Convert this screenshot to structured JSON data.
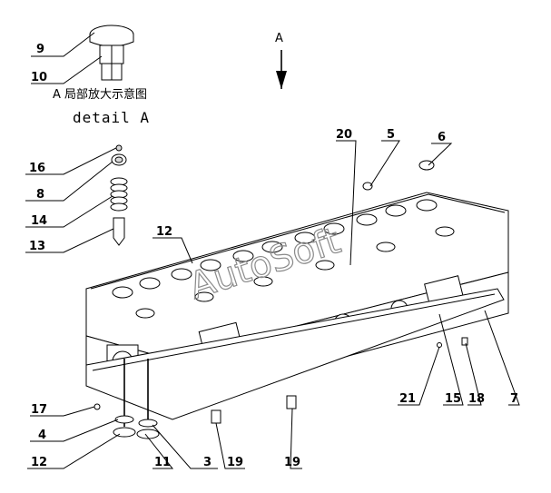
{
  "detail_view": {
    "view_marker": "A",
    "caption_cn": "A 局部放大示意图",
    "caption_en": "detail  A"
  },
  "watermark": "AutoSoft",
  "callouts": [
    "9",
    "10",
    "16",
    "8",
    "14",
    "13",
    "12",
    "20",
    "5",
    "6",
    "17",
    "4",
    "12",
    "11",
    "3",
    "19",
    "19",
    "21",
    "15",
    "18",
    "7"
  ]
}
